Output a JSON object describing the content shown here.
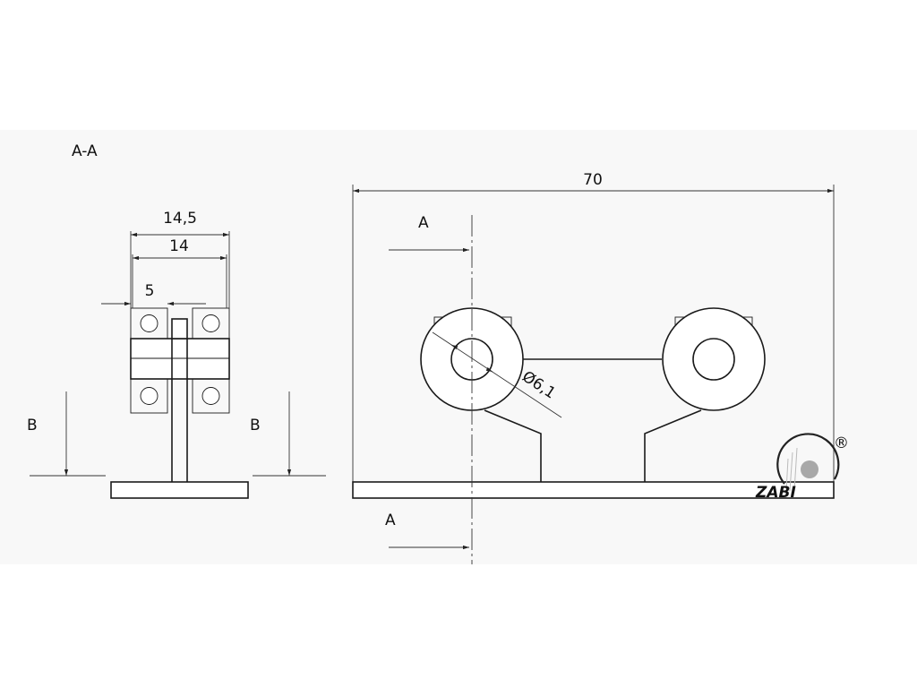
{
  "section_label": "A-A",
  "section_view": {
    "dim_outer": "14,5",
    "dim_inner": "14",
    "dim_offset": "5",
    "cut_label_left": "B",
    "cut_label_right": "B"
  },
  "side_view": {
    "dim_length": "70",
    "cut_label_top": "A",
    "cut_label_bottom": "A",
    "dim_hole": "Ø6,1"
  },
  "logo": {
    "text": "ZABI",
    "mark": "®",
    "accent": "#a8a8a8"
  }
}
